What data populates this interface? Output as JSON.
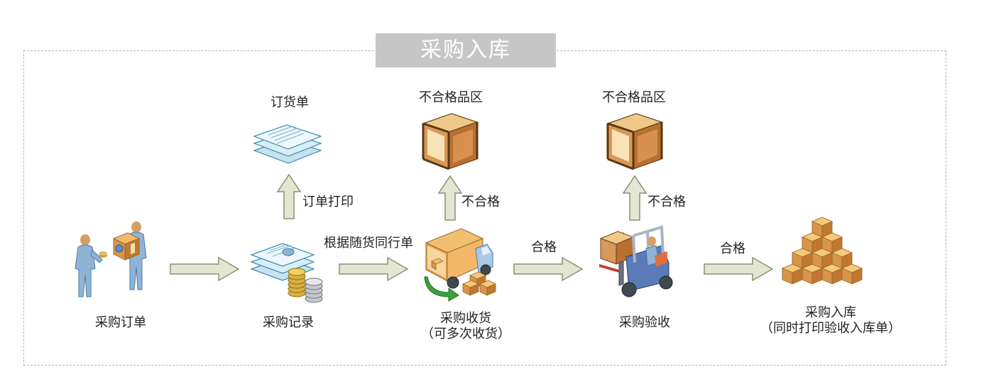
{
  "title": "采购入库",
  "nodes": {
    "purchase_order": "采购订单",
    "purchase_record": "采购记录",
    "purchase_receive": "采购收货",
    "purchase_receive_note": "（可多次收货）",
    "purchase_inspect": "采购验收",
    "warehousing": "采购入库",
    "warehousing_note": "（同时打印验收入库单）",
    "order_document": "订货单",
    "reject_area_1": "不合格品区",
    "reject_area_2": "不合格品区"
  },
  "edges": {
    "print_order": "订单打印",
    "by_delivery_note": "根据随货同行单",
    "unqualified_1": "不合格",
    "unqualified_2": "不合格",
    "qualified_1": "合格",
    "qualified_2": "合格"
  },
  "colors": {
    "arrow_fill": "#e3e6d2",
    "arrow_stroke": "#8a9272",
    "title_bg": "#c6c6c6",
    "box": "#c98a45",
    "person": "#8fb3d6"
  }
}
